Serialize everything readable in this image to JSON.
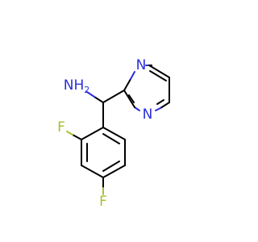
{
  "molecule": {
    "atoms": {
      "amine_nh2": {
        "text": "NH",
        "sub": "2",
        "color": "#2a2fd9"
      },
      "ring_n_top": {
        "text": "N",
        "color": "#2a2fd9"
      },
      "ring_n_bottom": {
        "text": "N",
        "color": "#2a2fd9"
      },
      "fluorine_ortho": {
        "text": "F",
        "color": "#a7c12e"
      },
      "fluorine_para": {
        "text": "F",
        "color": "#a7c12e"
      }
    },
    "colors": {
      "bond": "#000000",
      "nitrogen": "#2a2fd9",
      "fluorine": "#a7c12e",
      "background": "#ffffff"
    }
  }
}
